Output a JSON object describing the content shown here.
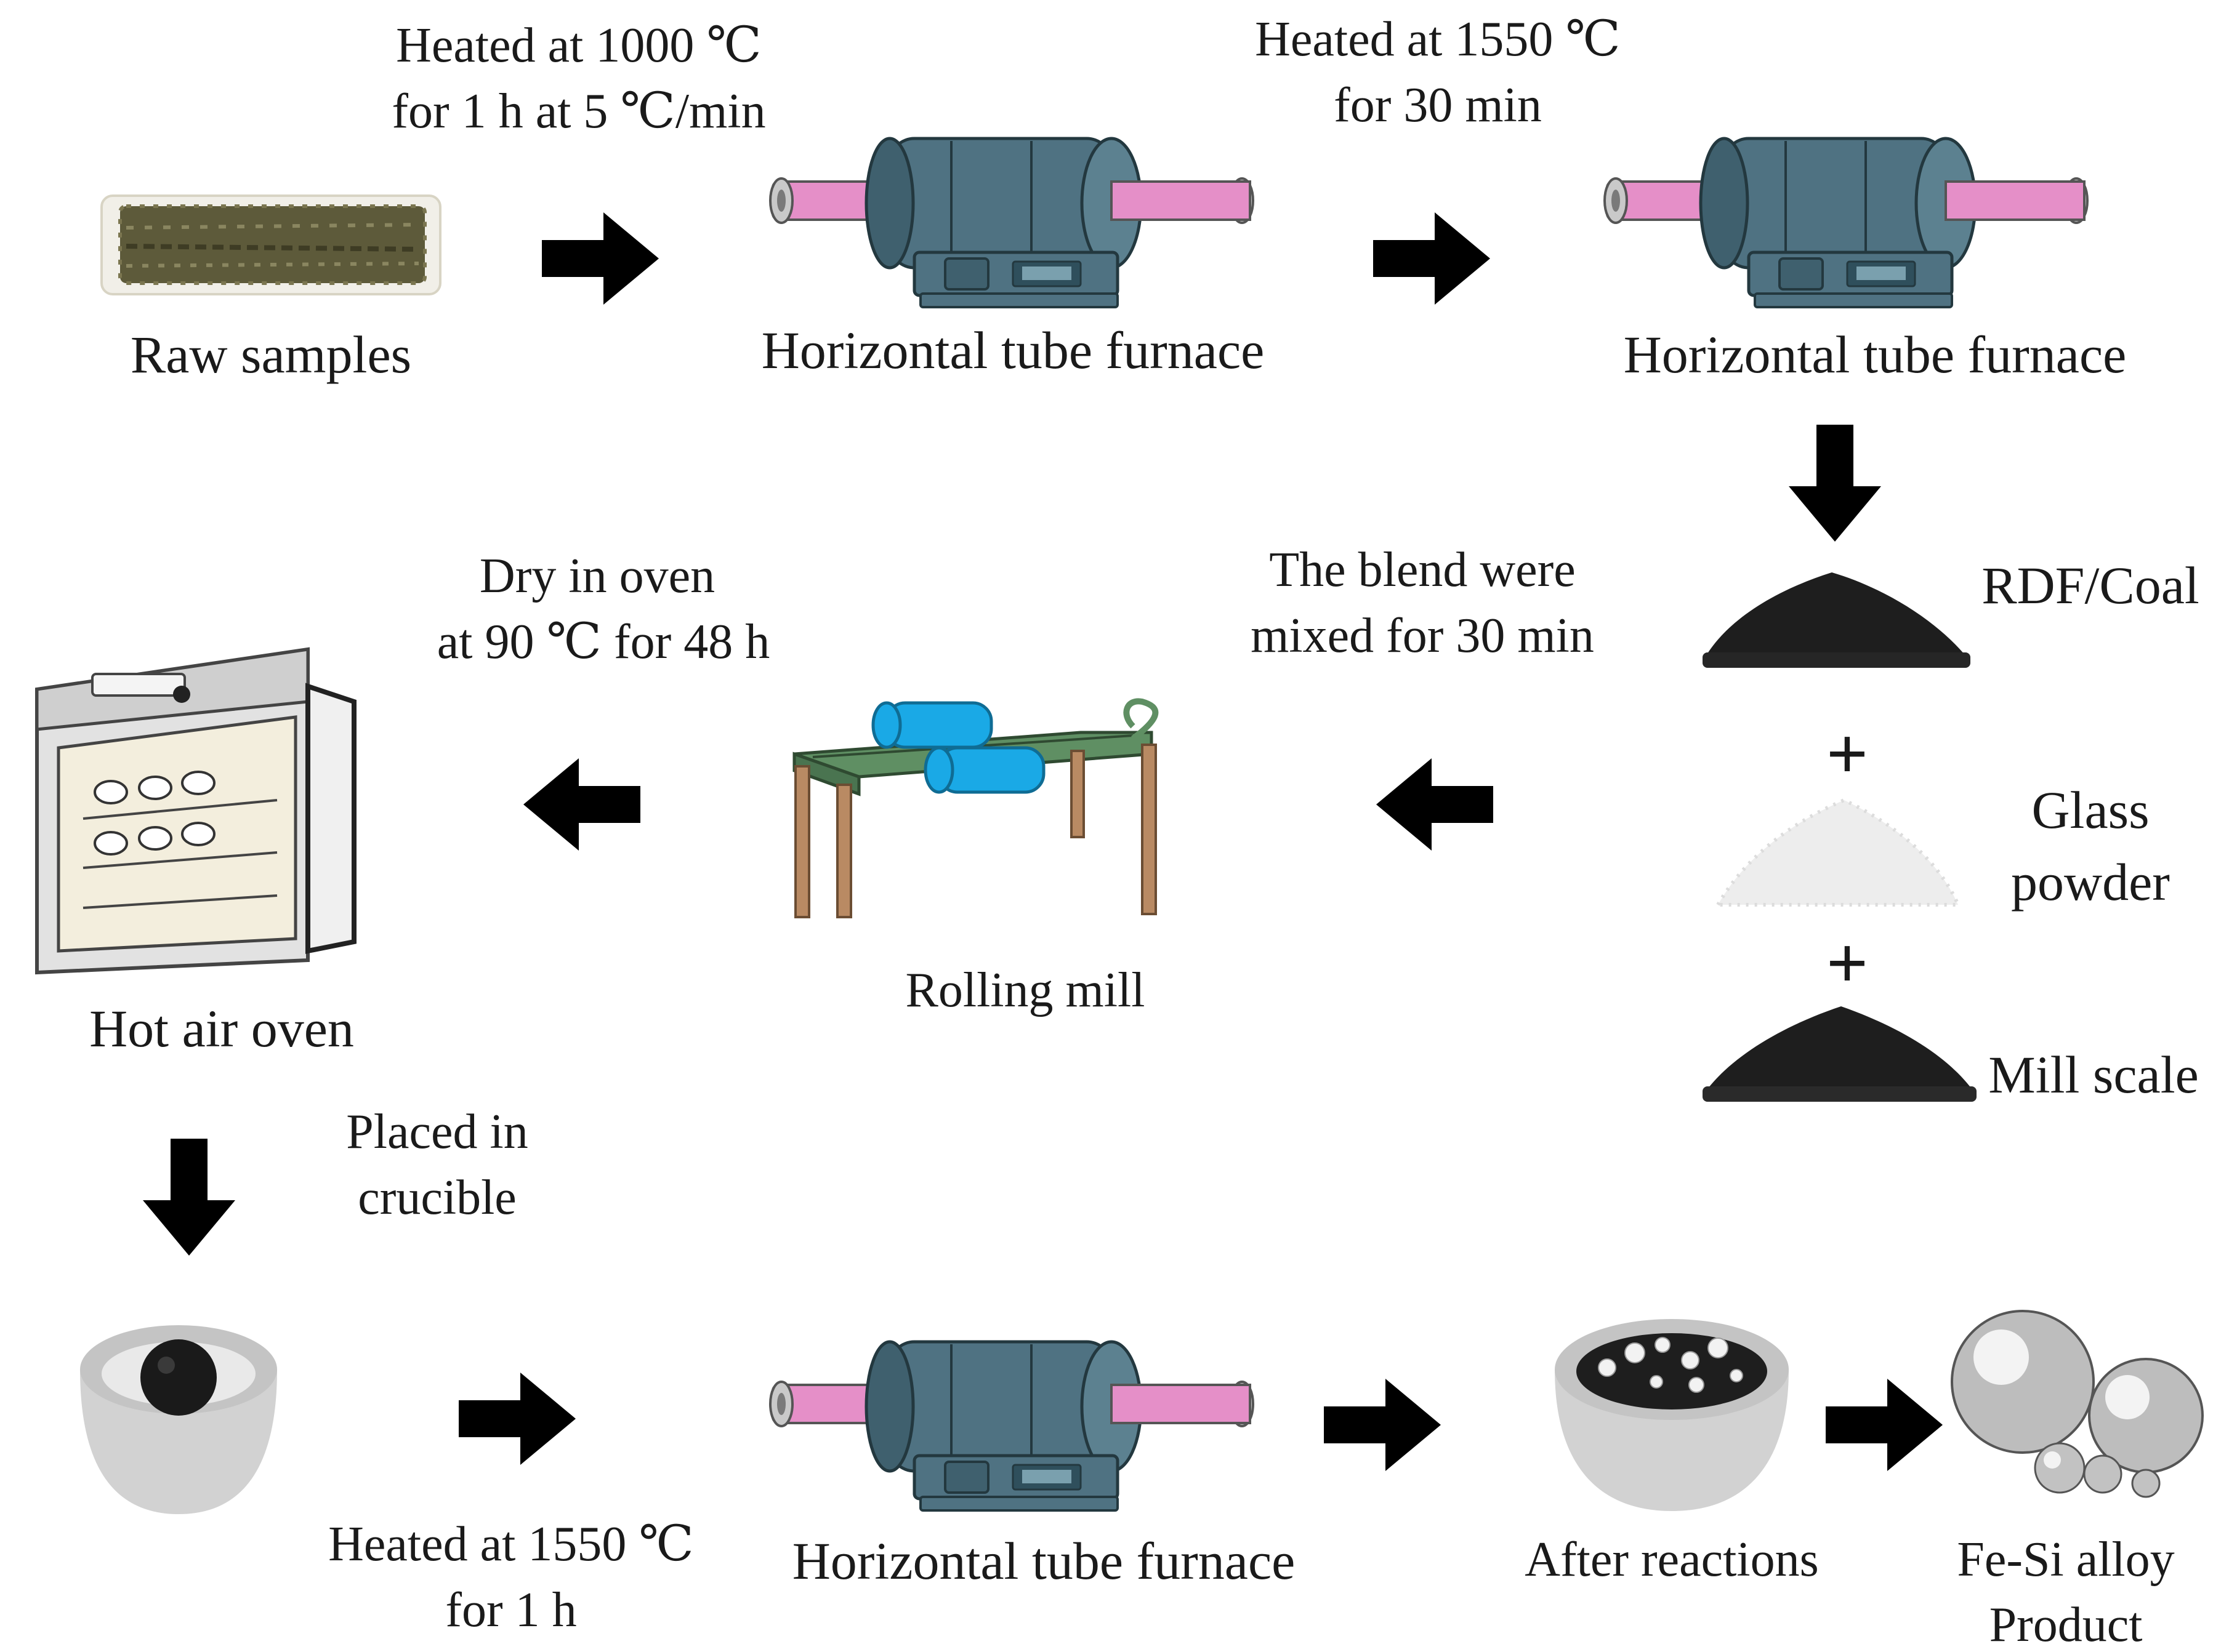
{
  "colors": {
    "background": "#ffffff",
    "text": "#1a1a1a",
    "arrow": "#000000",
    "furnace_body": "#4f7282",
    "furnace_dark": "#2f4f5c",
    "furnace_tube": "#e58fc8",
    "roller_blue": "#1aa9e6",
    "mill_frame": "#5f8f63",
    "mill_legs": "#b98a63",
    "crucible": "#d2d2d2",
    "powder_dark": "#1e1e1e",
    "powder_light": "#ededed",
    "raw_sample": "#5d5a3a"
  },
  "steps": {
    "raw_samples": "Raw samples",
    "furnace_1": "Horizontal tube furnace",
    "furnace_2": "Horizontal tube furnace",
    "furnace_3": "Horizontal tube furnace",
    "rolling_mill": "Rolling mill",
    "hot_air_oven": "Hot air oven",
    "after_reactions": "After reactions",
    "product_line1": "Fe-Si alloy",
    "product_line2": "Product"
  },
  "conditions": {
    "heat1_line1": "Heated at 1000 ℃",
    "heat1_line2": "for 1 h at 5 ℃/min",
    "heat2_line1": "Heated at 1550 ℃",
    "heat2_line2": "for 30 min",
    "mix_line1": "The blend were",
    "mix_line2": "mixed for 30 min",
    "dry_line1": "Dry in oven",
    "dry_line2": "at 90 ℃ for 48 h",
    "crucible_line1": "Placed in",
    "crucible_line2": "crucible",
    "heat3_line1": "Heated at 1550 ℃",
    "heat3_line2": "for 1 h"
  },
  "materials": {
    "rdf_coal": "RDF/Coal",
    "glass_line1": "Glass",
    "glass_line2": "powder",
    "mill_scale": "Mill scale",
    "plus_symbol": "+"
  }
}
